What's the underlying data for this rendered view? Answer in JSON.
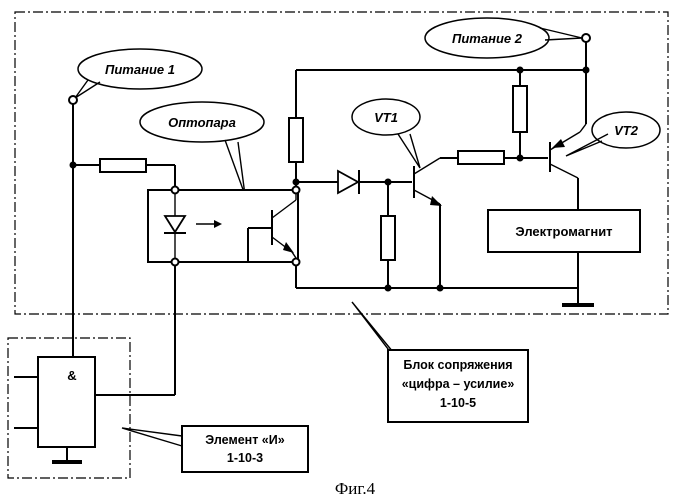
{
  "labels": {
    "power1": "Питание 1",
    "power2": "Питание 2",
    "optocoupler": "Оптопара",
    "vt1": "VT1",
    "vt2": "VT2",
    "electromagnet": "Электромагнит",
    "and_symbol": "&",
    "interface_block_line1": "Блок сопряжения",
    "interface_block_line2": "«цифра – усилие»",
    "interface_block_line3": "1-10-5",
    "and_element_line1": "Элемент «И»",
    "and_element_line2": "1-10-3",
    "figure_caption": "Фиг.4"
  }
}
